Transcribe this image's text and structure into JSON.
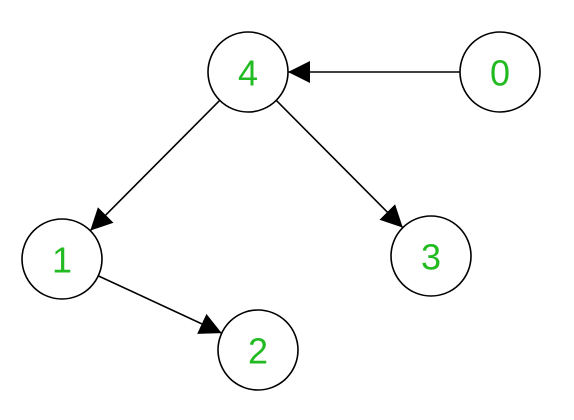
{
  "colors": {
    "label": "#22bb22",
    "stroke": "#000000",
    "node_fill": "#ffffff"
  },
  "nodes": [
    {
      "id": "4",
      "label": "4"
    },
    {
      "id": "0",
      "label": "0"
    },
    {
      "id": "1",
      "label": "1"
    },
    {
      "id": "3",
      "label": "3"
    },
    {
      "id": "2",
      "label": "2"
    }
  ],
  "edges": [
    {
      "from": "0",
      "to": "4"
    },
    {
      "from": "4",
      "to": "1"
    },
    {
      "from": "4",
      "to": "3"
    },
    {
      "from": "1",
      "to": "2"
    }
  ]
}
